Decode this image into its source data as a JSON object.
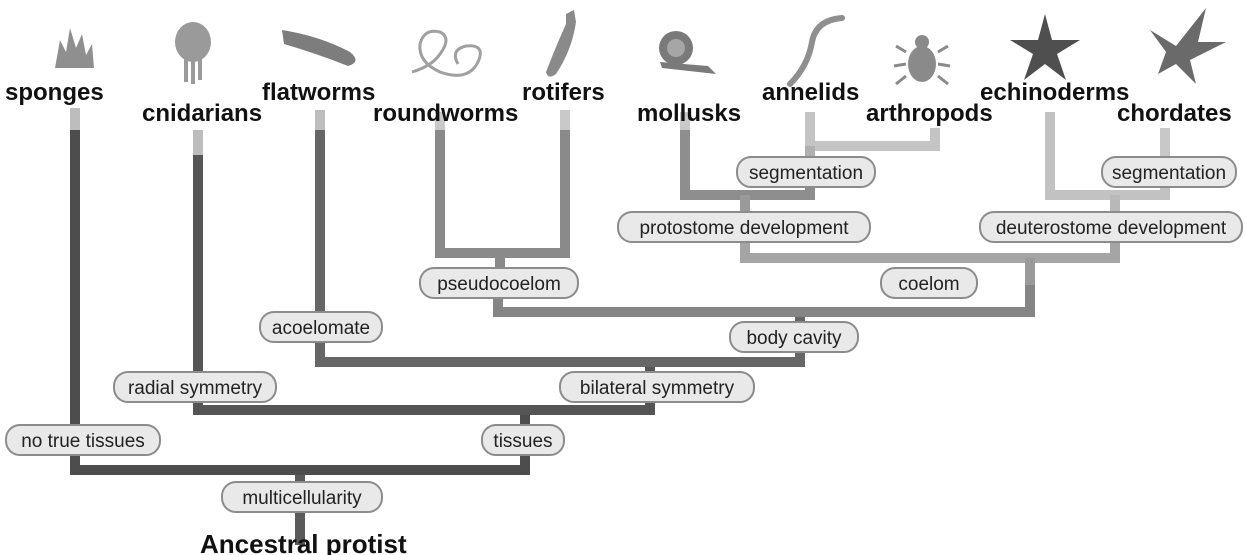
{
  "taxa": {
    "sponges": "sponges",
    "cnidarians": "cnidarians",
    "flatworms": "flatworms",
    "roundworms": "roundworms",
    "rotifers": "rotifers",
    "mollusks": "mollusks",
    "annelids": "annelids",
    "arthropods": "arthropods",
    "echinoderms": "echinoderms",
    "chordates": "chordates"
  },
  "root_label": "Ancestral protist",
  "traits": {
    "multicellularity": "multicellularity",
    "no_true_tissues": "no true tissues",
    "tissues": "tissues",
    "radial_symmetry": "radial symmetry",
    "bilateral_symmetry": "bilateral symmetry",
    "acoelomate": "acoelomate",
    "body_cavity": "body cavity",
    "pseudocoelom": "pseudocoelom",
    "coelom": "coelom",
    "protostome_development": "protostome development",
    "deuterostome_development": "deuterostome development",
    "segmentation_protostome": "segmentation",
    "segmentation_deuterostome": "segmentation"
  },
  "colors": {
    "branch_dark": "#4d4d4d",
    "branch_mid": "#6e6e6e",
    "branch_light": "#999999",
    "branch_pale": "#bdbdbd",
    "label_fill": "#e9e9e9",
    "label_border": "#8c8c8c",
    "icon_gray": "#8a8a8a"
  },
  "icons": [
    "sponge-icon",
    "jellyfish-icon",
    "flatworm-icon",
    "roundworm-icon",
    "rotifer-icon",
    "snail-icon",
    "earthworm-icon",
    "beetle-icon",
    "starfish-icon",
    "bird-icon"
  ]
}
